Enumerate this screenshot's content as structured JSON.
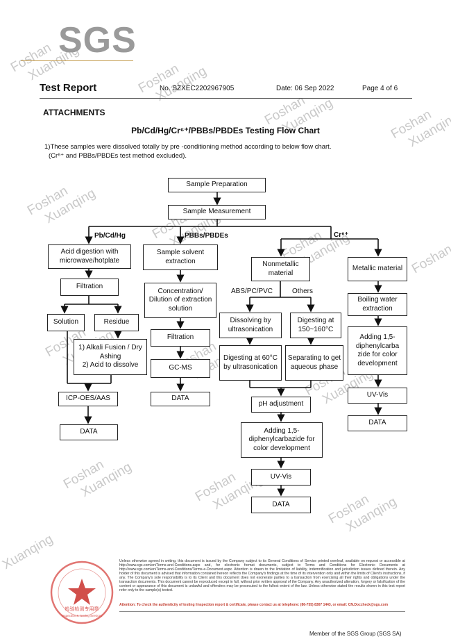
{
  "header": {
    "logo": "SGS",
    "title": "Test Report",
    "report_no": "No. SZXEC2202967905",
    "date": "Date: 06 Sep 2022",
    "page": "Page 4 of 6"
  },
  "section": "ATTACHMENTS",
  "chart_title": "Pb/Cd/Hg/Cr⁶⁺/PBBs/PBDEs Testing Flow Chart",
  "note_line1": "1)These samples were dissolved totally by pre -conditioning method according to below flow chart.",
  "note_line2": "(Cr⁶⁺ and PBBs/PBDEs test method excluded).",
  "flow": {
    "prep": "Sample Preparation",
    "measure": "Sample Measurement",
    "branch_pb": "Pb/Cd/Hg",
    "branch_pbb": "PBBs/PBDEs",
    "branch_cr": "Cr⁶⁺",
    "acid": "Acid digestion with microwave/hotplate",
    "filtration1": "Filtration",
    "solution": "Solution",
    "residue": "Residue",
    "alkali": "1) Alkali Fusion / Dry Ashing\n2) Acid to dissolve",
    "icp": "ICP-OES/AAS",
    "data1": "DATA",
    "solvent": "Sample solvent extraction",
    "concentration": "Concentration/ Dilution of extraction solution",
    "filtration2": "Filtration",
    "gcms": "GC-MS",
    "data2": "DATA",
    "nonmetallic": "Nonmetallic material",
    "abs": "ABS/PC/PVC",
    "others": "Others",
    "dissolving": "Dissolving by ultrasonication",
    "digesting150": "Digesting at 150~160°C",
    "digesting60": "Digesting at 60°C by ultrasonication",
    "separating": "Separating to get aqueous phase",
    "ph": "pH adjustment",
    "adding_center": "Adding 1,5-diphenylcarbazide for color development",
    "uvvis_center": "UV-Vis",
    "data_center": "DATA",
    "metallic": "Metallic material",
    "boiling": "Boiling water extraction",
    "adding_right": "Adding 1,5-diphenylcarba zide for color development",
    "uvvis_right": "UV-Vis",
    "data_right": "DATA"
  },
  "watermark": [
    "Foshan",
    "Xuanqing"
  ],
  "footer": {
    "disclaimer": "Unless otherwise agreed in writing, this document is issued by the Company subject to its General Conditions of Service printed overleaf, available on request or accessible at http://www.sgs.com/en/Terms-and-Conditions.aspx and, for electronic format documents, subject to Terms and Conditions for Electronic Documents at http://www.sgs.com/en/Terms-and-Conditions/Terms-e-Document.aspx. Attention is drawn to the limitation of liability, indemnification and jurisdiction issues defined therein. Any holder of this document is advised that information contained hereon reflects the Company's findings at the time of its intervention only and within the limits of Client's instructions, if any. The Company's sole responsibility is to its Client and this document does not exonerate parties to a transaction from exercising all their rights and obligations under the transaction documents. This document cannot be reproduced except in full, without prior written approval of the Company. Any unauthorized alteration, forgery or falsification of the content or appearance of this document is unlawful and offenders may be prosecuted to the fullest extent of the law. Unless otherwise stated the results shown in this test report refer only to the sample(s) tested.",
    "attention": "Attention: To check the authenticity of testing /inspection report & certificate, please contact us at telephone: (86-755) 8307 1443, or email: CN.Doccheck@sgs.com",
    "seal_text": "检验检测专用章",
    "seal_sub": "Inspection & Testing Services",
    "member": "Member of the SGS Group (SGS SA)"
  }
}
